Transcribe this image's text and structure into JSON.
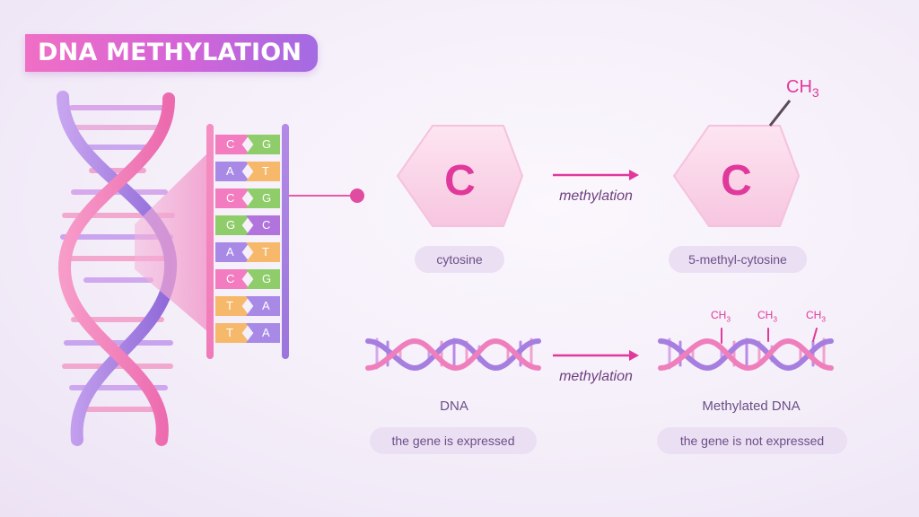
{
  "title": "DNA METHYLATION",
  "ladder_pairs": [
    {
      "left": "C",
      "right": "G",
      "left_color": "#f27cbf",
      "right_color": "#8fcd6a"
    },
    {
      "left": "A",
      "right": "T",
      "left_color": "#a88ae6",
      "right_color": "#f6b96c"
    },
    {
      "left": "C",
      "right": "G",
      "left_color": "#f27cbf",
      "right_color": "#8fcd6a"
    },
    {
      "left": "G",
      "right": "C",
      "left_color": "#8fcd6a",
      "right_color": "#b074dc"
    },
    {
      "left": "A",
      "right": "T",
      "left_color": "#a88ae6",
      "right_color": "#f6b96c"
    },
    {
      "left": "C",
      "right": "G",
      "left_color": "#f27cbf",
      "right_color": "#8fcd6a"
    },
    {
      "left": "T",
      "right": "A",
      "left_color": "#f6b96c",
      "right_color": "#a88ae6"
    },
    {
      "left": "T",
      "right": "A",
      "left_color": "#f6b96c",
      "right_color": "#a88ae6"
    }
  ],
  "molecules": {
    "before": {
      "letter": "C",
      "label": "cytosine"
    },
    "after": {
      "letter": "C",
      "label": "5-methyl-cytosine",
      "group": "CH",
      "group_sub": "3"
    },
    "arrow_label": "methylation"
  },
  "dna": {
    "before": {
      "label": "DNA",
      "note": "the gene is expressed"
    },
    "after": {
      "label": "Methylated DNA",
      "note": "the gene is not expressed",
      "group": "CH",
      "group_sub": "3"
    },
    "arrow_label": "methylation"
  },
  "colors": {
    "accent_pink": "#e0399b",
    "accent_purple": "#9b75dc",
    "text": "#6d4f86"
  }
}
